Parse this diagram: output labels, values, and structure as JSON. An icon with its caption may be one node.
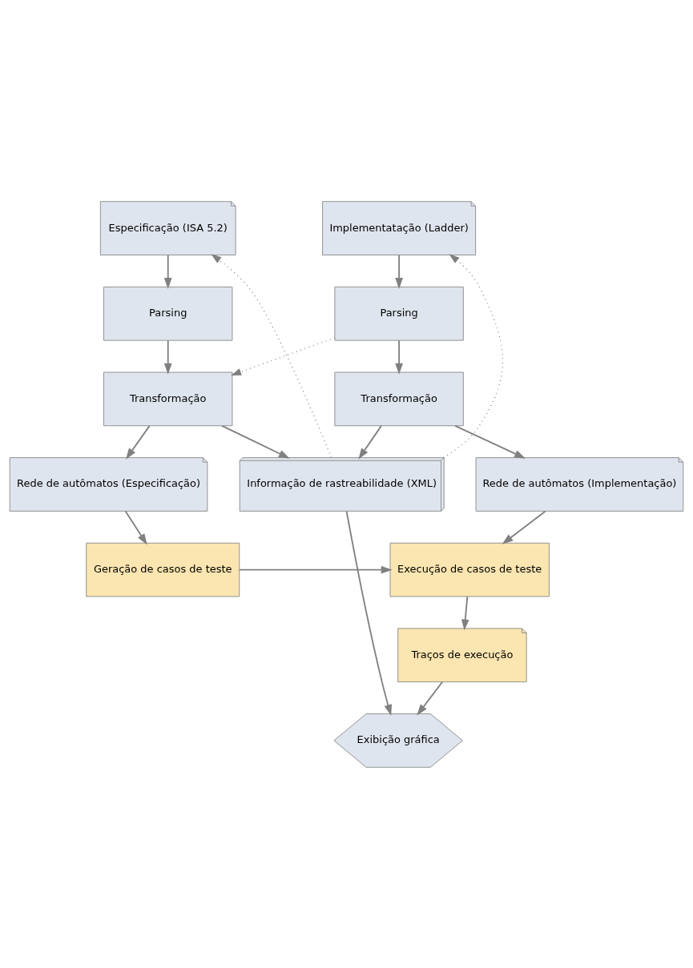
{
  "diagram": {
    "nodes": [
      {
        "text": [
          "Especificação (ISA 5.2)"
        ]
      },
      {
        "text": [
          "Implementatação (Ladder)"
        ]
      },
      {
        "text": [
          "Parsing"
        ]
      },
      {
        "text": [
          "Parsing"
        ]
      },
      {
        "text": [
          "Transformação"
        ]
      },
      {
        "text": [
          "Transformação"
        ]
      },
      {
        "text": [
          "Informação de rastreabilidade (XML)"
        ]
      },
      {
        "text": [
          "Rede de autômatos (Especificação)"
        ]
      },
      {
        "text": [
          "Rede de autômatos (Implementação)"
        ]
      },
      {
        "text": [
          "Geração de casos de teste"
        ]
      },
      {
        "text": [
          "Execução de casos de teste"
        ]
      },
      {
        "text": [
          "Traços de execução"
        ]
      },
      {
        "text": [
          "Exibição gráfica"
        ]
      }
    ],
    "edges": [
      {
        "from": 0,
        "to": 2,
        "arrow": "to"
      },
      {
        "from": 2,
        "to": 4,
        "arrow": "to"
      },
      {
        "from": 4,
        "to": 7,
        "arrow": "to"
      },
      {
        "from": 7,
        "to": 9,
        "arrow": "to"
      },
      {
        "from": 1,
        "to": 3,
        "arrow": "to"
      },
      {
        "from": 3,
        "to": 5,
        "arrow": "to"
      },
      {
        "from": 5,
        "to": 8,
        "arrow": "to"
      },
      {
        "from": 8,
        "to": 10,
        "arrow": "to"
      },
      {
        "from": 4,
        "to": 6,
        "arrow": "to"
      },
      {
        "from": 5,
        "to": 6,
        "arrow": "to"
      },
      {
        "from": 6,
        "to": 0,
        "arrow": "to",
        "style": "dashed"
      },
      {
        "from": 6,
        "to": 1,
        "arrow": "to",
        "style": "dashed"
      },
      {
        "from": 3,
        "to": 4,
        "arrow": "to",
        "style": "dashed"
      },
      {
        "from": 9,
        "to": 10,
        "arrow": "to"
      },
      {
        "from": 10,
        "to": 11,
        "arrow": "to"
      },
      {
        "from": 11,
        "to": 12,
        "arrow": "to"
      },
      {
        "from": 6,
        "to": 12,
        "arrow": "to"
      }
    ]
  }
}
